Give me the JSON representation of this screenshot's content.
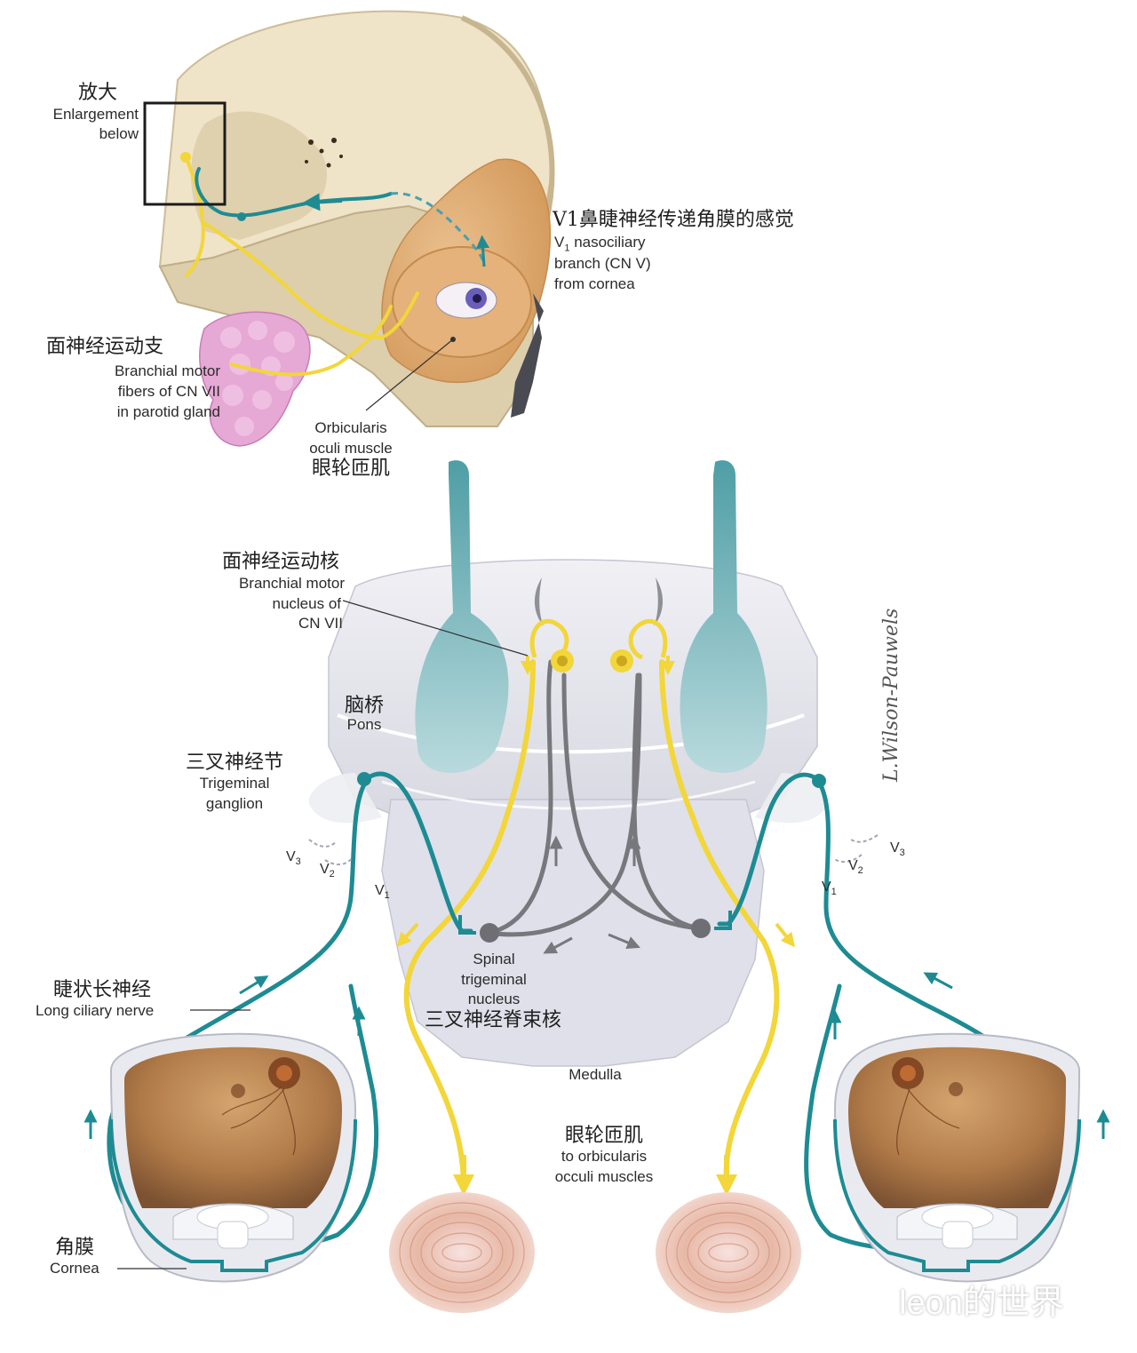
{
  "labels": {
    "enlarge_zh": "放大",
    "enlarge_en_1": "Enlargement",
    "enlarge_en_2": "below",
    "v1_zh": "V1鼻睫神经传递角膜的感觉",
    "v1_en_1": "V",
    "v1_en_1_sub": "1",
    "v1_en_1_rest": " nasociliary",
    "v1_en_2": "branch (CN V)",
    "v1_en_3": "from cornea",
    "facial_motor_zh": "面神经运动支",
    "facial_motor_en_1": "Branchial motor",
    "facial_motor_en_2": "fibers of CN VII",
    "facial_motor_en_3": "in parotid gland",
    "orb_en_1": "Orbicularis",
    "orb_en_2": "oculi muscle",
    "orb_zh": "眼轮匝肌",
    "nucleus_zh": "面神经运动核",
    "nucleus_en_1": "Branchial motor",
    "nucleus_en_2": "nucleus of",
    "nucleus_en_3": "CN VII",
    "pons_zh": "脑桥",
    "pons_en": "Pons",
    "tg_zh": "三叉神经节",
    "tg_en_1": "Trigeminal",
    "tg_en_2": "ganglion",
    "v": "V",
    "sub_1": "1",
    "sub_2": "2",
    "sub_3": "3",
    "spinal_en_1": "Spinal",
    "spinal_en_2": "trigeminal",
    "spinal_en_3": "nucleus",
    "spinal_zh": "三叉神经脊束核",
    "lcn_zh": "睫状长神经",
    "lcn_en": "Long ciliary nerve",
    "medulla_en": "Medulla",
    "to_orb_zh": "眼轮匝肌",
    "to_orb_en_1": "to orbicularis",
    "to_orb_en_2": "occuli muscles",
    "cornea_zh": "角膜",
    "cornea_en": "Cornea",
    "signature": "L.Wilson-Pauwels",
    "watermark": "leon的世界"
  },
  "colors": {
    "trigeminal": "#1e8b93",
    "facial_motor": "#f2d63a",
    "interneuron": "#77777c",
    "brainstem": "#dcdde6",
    "skull": "#e8dcc2",
    "muscle": "#e2b782",
    "parotid": "#e7a6d6",
    "eye_interior": "#b88553"
  }
}
